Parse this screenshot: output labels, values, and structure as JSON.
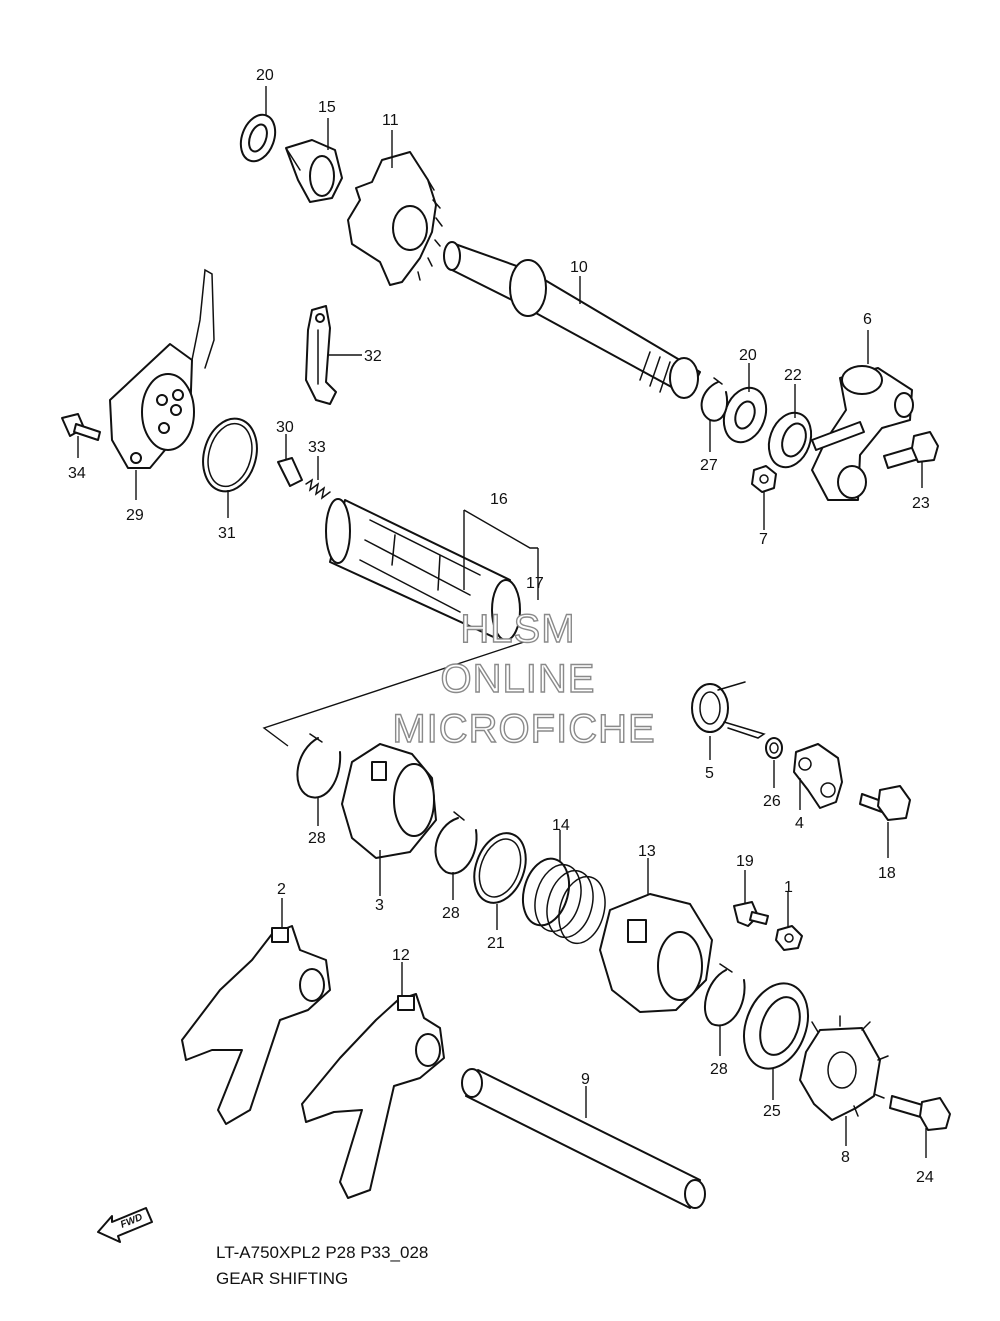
{
  "watermark": {
    "line1": "HLSM",
    "line2": "ONLINE",
    "line3": "MICROFICHE"
  },
  "footer": {
    "code": "LT-A750XPL2 P28 P33_028",
    "title": "GEAR SHIFTING"
  },
  "fwd_label": "FWD",
  "callouts": {
    "c20a": "20",
    "c15": "15",
    "c11": "11",
    "c10": "10",
    "c32": "32",
    "c34": "34",
    "c29": "29",
    "c31": "31",
    "c30": "30",
    "c33": "33",
    "c16": "16",
    "c17": "17",
    "c20b": "20",
    "c22": "22",
    "c6": "6",
    "c27": "27",
    "c7": "7",
    "c23": "23",
    "c5": "5",
    "c26": "26",
    "c4": "4",
    "c18": "18",
    "c28a": "28",
    "c3": "3",
    "c28b": "28",
    "c14": "14",
    "c21": "21",
    "c13": "13",
    "c19": "19",
    "c1": "1",
    "c2": "2",
    "c12": "12",
    "c28c": "28",
    "c9": "9",
    "c25": "25",
    "c8": "8",
    "c24": "24"
  }
}
